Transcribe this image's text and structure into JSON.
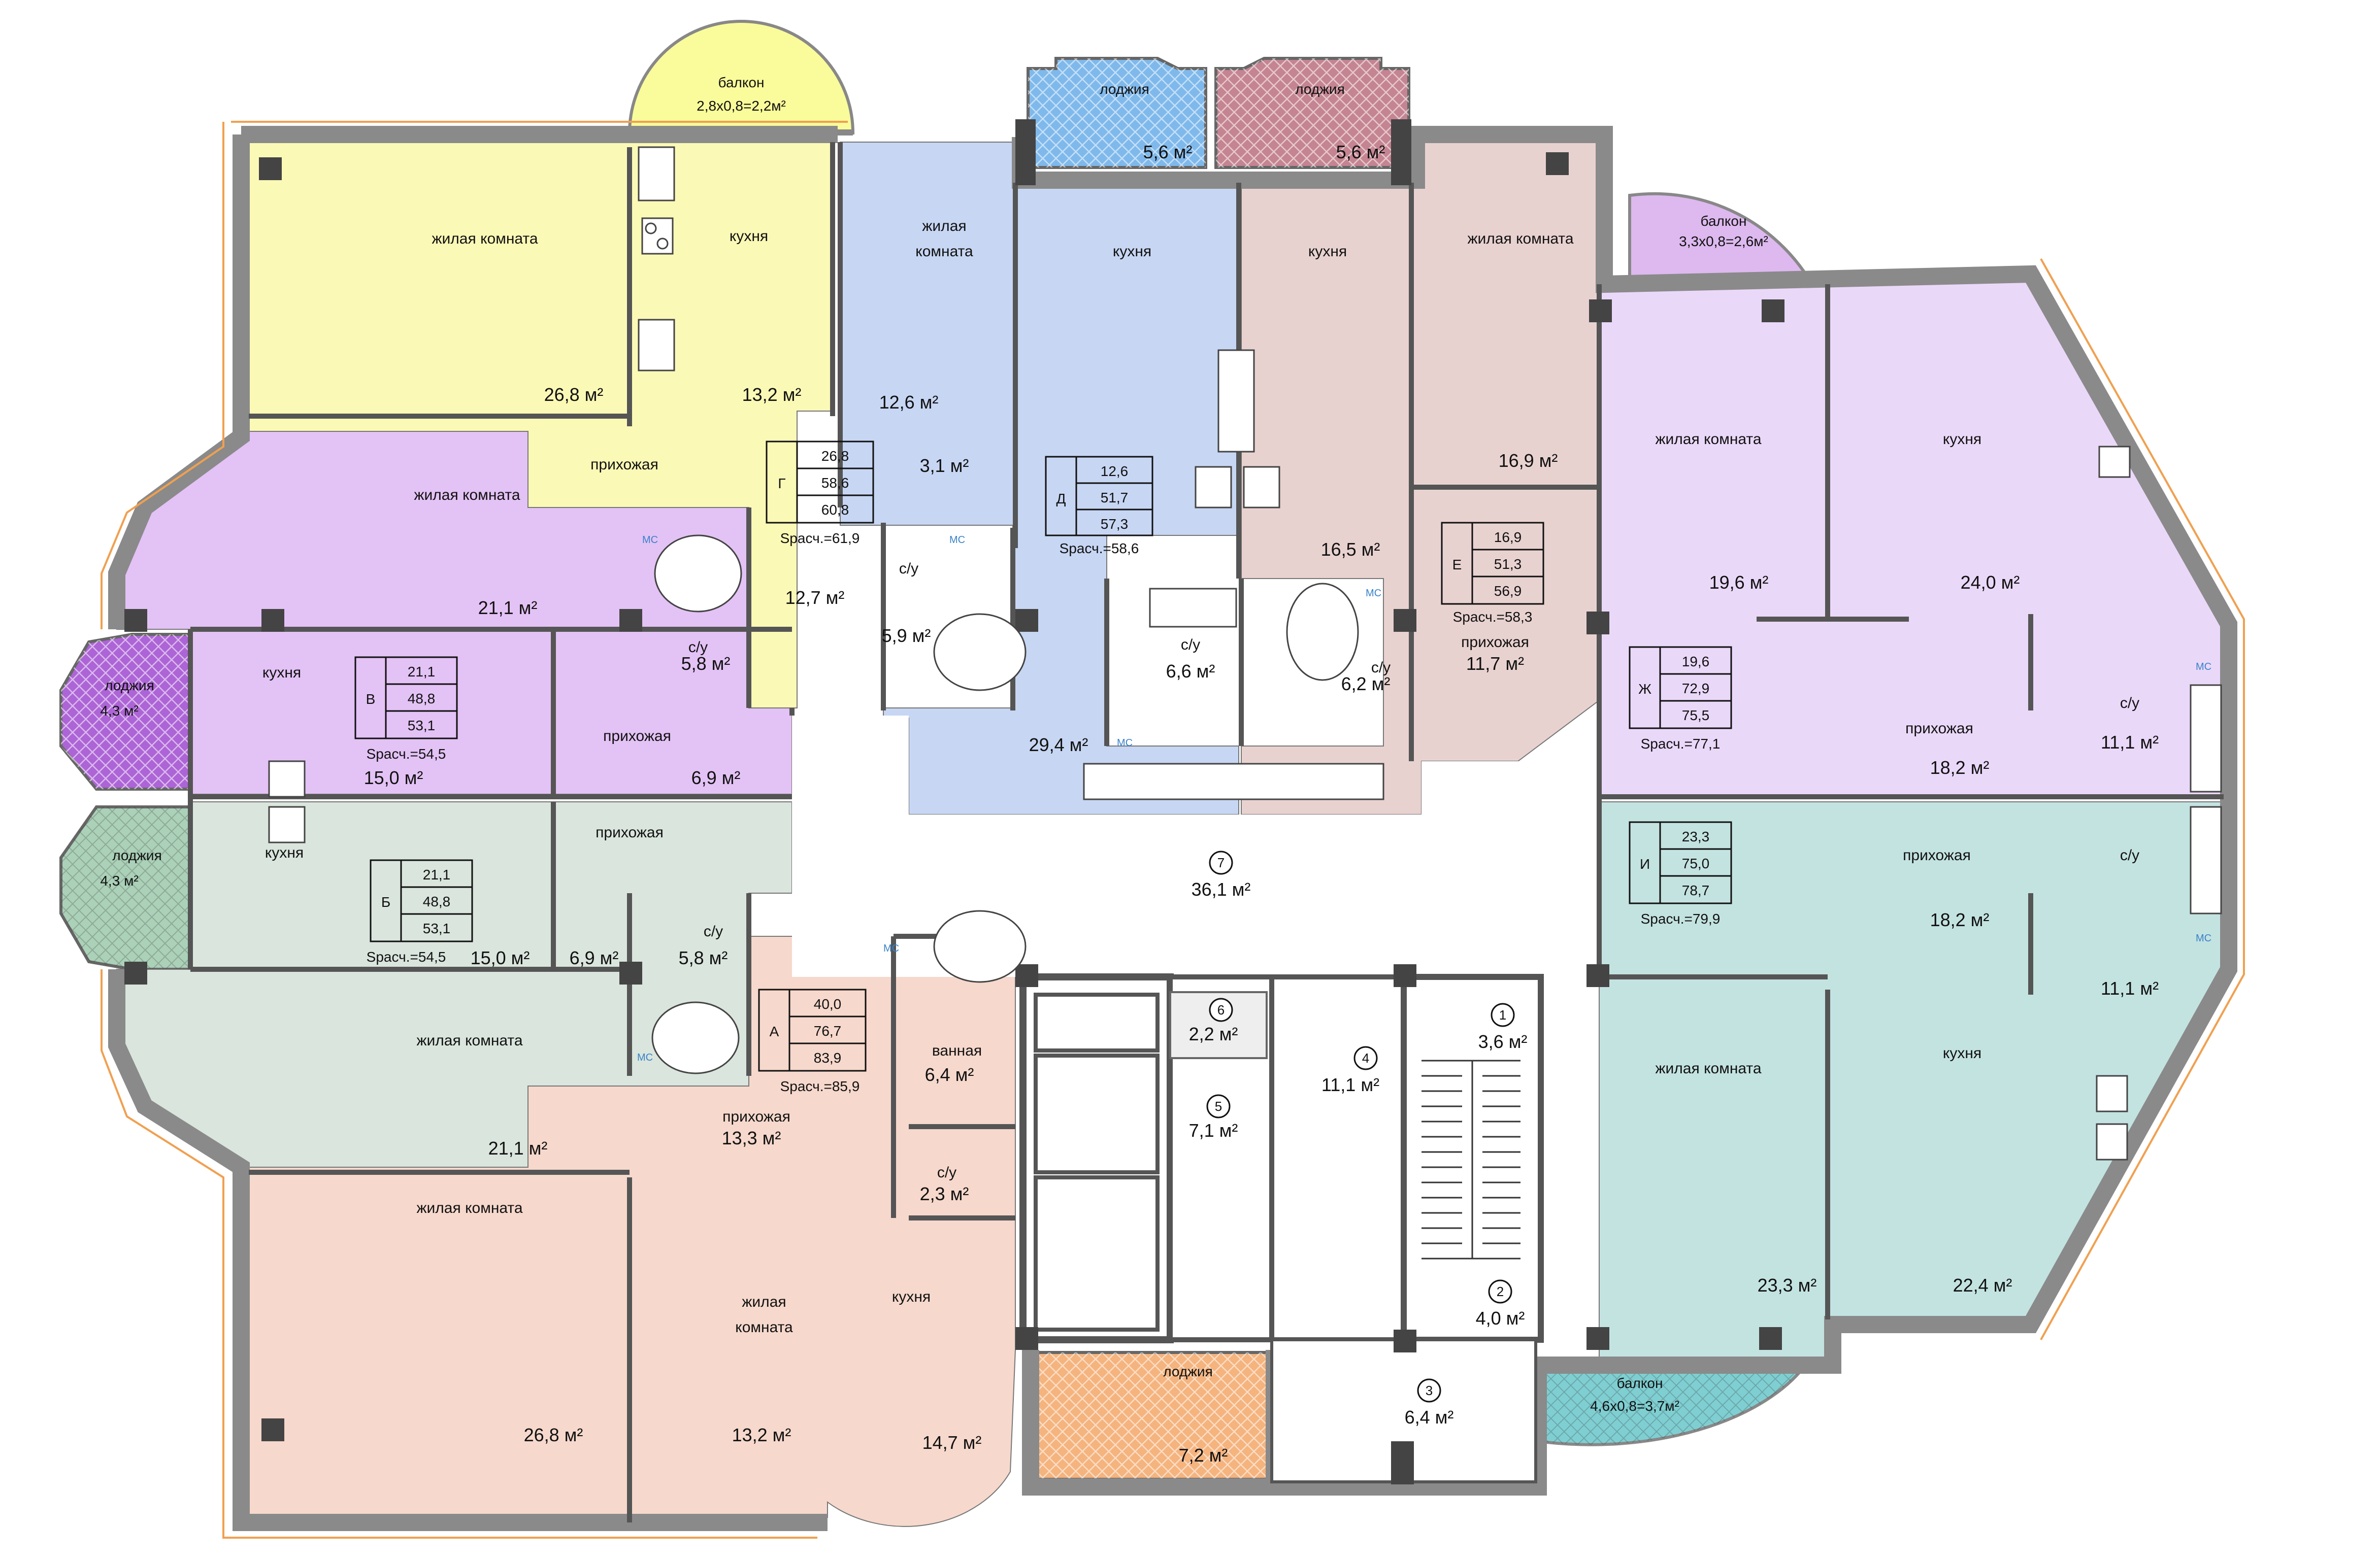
{
  "colors": {
    "A": "#f6d8cc",
    "B": "#d9e5dd",
    "V": "#e3c2f5",
    "G": "#fbf9b6",
    "D": "#c7d6f3",
    "E": "#e8d2d0",
    "ZH": "#ead8f9",
    "I": "#c3e3e1",
    "corridor": "#ffffff",
    "loggia_blue": "#7fb9ec",
    "loggia_red": "#c58491",
    "loggia_purple": "#ad64d6",
    "loggia_green": "#abd1b8",
    "loggia_orange": "#f5b37e",
    "balcony_yellow": "#fafb9a",
    "balcony_violet": "#ddb9ef",
    "balcony_cyan": "#7fcfd2"
  },
  "labels": {
    "living_room": "жилая комната",
    "living_room_l1": "жилая",
    "living_room_l2": "комната",
    "kitchen": "кухня",
    "hallway": "прихожая",
    "bathroom_su": "с/у",
    "bath": "ванная",
    "loggia": "лоджия",
    "balcony": "балкон"
  },
  "rooms": {
    "g_living": "26,8 м²",
    "g_kitchen": "13,2 м²",
    "g_bath": "5,9 м²",
    "g_hall": "12,7 м²",
    "d_living": "12,6 м²",
    "d_store": "3,1 м²",
    "d_kitchen": "29,4 м²",
    "d_su": "6,6 м²",
    "e_kitchen": "16,5 м²",
    "e_su": "6,2 м²",
    "e_living": "16,9 м²",
    "e_hall": "11,7 м²",
    "v_living": "21,1 м²",
    "v_su": "5,8 м²",
    "v_kitchen": "15,0 м²",
    "v_hall": "6,9 м²",
    "b_kitchen": "15,0 м²",
    "b_hall": "6,9 м²",
    "b_su": "5,8 м²",
    "b_living": "21,1 м²",
    "a_bath": "6,4 м²",
    "a_hall": "13,3 м²",
    "a_su": "2,3 м²",
    "a_living1": "26,8 м²",
    "a_living2": "13,2 м²",
    "a_kitchen": "14,7 м²",
    "zh_living": "19,6 м²",
    "zh_kitchen": "24,0 м²",
    "zh_su": "11,1 м²",
    "zh_hall": "18,2 м²",
    "i_hall": "18,2 м²",
    "i_su": "11,1 м²",
    "i_living": "23,3 м²",
    "i_kitchen": "22,4 м²"
  },
  "loggias": {
    "top_left": "5,6 м²",
    "top_right": "5,6 м²",
    "west_upper": "4,3 м²",
    "west_lower": "4,3 м²",
    "south": "7,2 м²"
  },
  "balconies": {
    "north": "2,8х0,8=2,2м²",
    "east": "3,3х0,8=2,6м²",
    "southeast": "4,6х0,8=3,7м²"
  },
  "common": [
    {
      "n": "1",
      "area": "3,6 м²"
    },
    {
      "n": "2",
      "area": "4,0 м²"
    },
    {
      "n": "3",
      "area": "6,4 м²"
    },
    {
      "n": "4",
      "area": "11,1 м²"
    },
    {
      "n": "5",
      "area": "7,1 м²"
    },
    {
      "n": "6",
      "area": "2,2 м²"
    },
    {
      "n": "7",
      "area": "36,1 м²"
    }
  ],
  "apartments": {
    "G": {
      "letter": "Г",
      "v1": "26,8",
      "v2": "58,6",
      "v3": "60,8",
      "s": "Sрасч.=61,9"
    },
    "D": {
      "letter": "Д",
      "v1": "12,6",
      "v2": "51,7",
      "v3": "57,3",
      "s": "Sрасч.=58,6"
    },
    "E": {
      "letter": "Е",
      "v1": "16,9",
      "v2": "51,3",
      "v3": "56,9",
      "s": "Sрасч.=58,3"
    },
    "V": {
      "letter": "В",
      "v1": "21,1",
      "v2": "48,8",
      "v3": "53,1",
      "s": "Sрасч.=54,5"
    },
    "B": {
      "letter": "Б",
      "v1": "21,1",
      "v2": "48,8",
      "v3": "53,1",
      "s": "Sрасч.=54,5"
    },
    "A": {
      "letter": "А",
      "v1": "40,0",
      "v2": "76,7",
      "v3": "83,9",
      "s": "Sрасч.=85,9"
    },
    "ZH": {
      "letter": "Ж",
      "v1": "19,6",
      "v2": "72,9",
      "v3": "75,5",
      "s": "Sрасч.=77,1"
    },
    "I": {
      "letter": "И",
      "v1": "23,3",
      "v2": "75,0",
      "v3": "78,7",
      "s": "Sрасч.=79,9"
    }
  },
  "fixture_tag": "МС"
}
